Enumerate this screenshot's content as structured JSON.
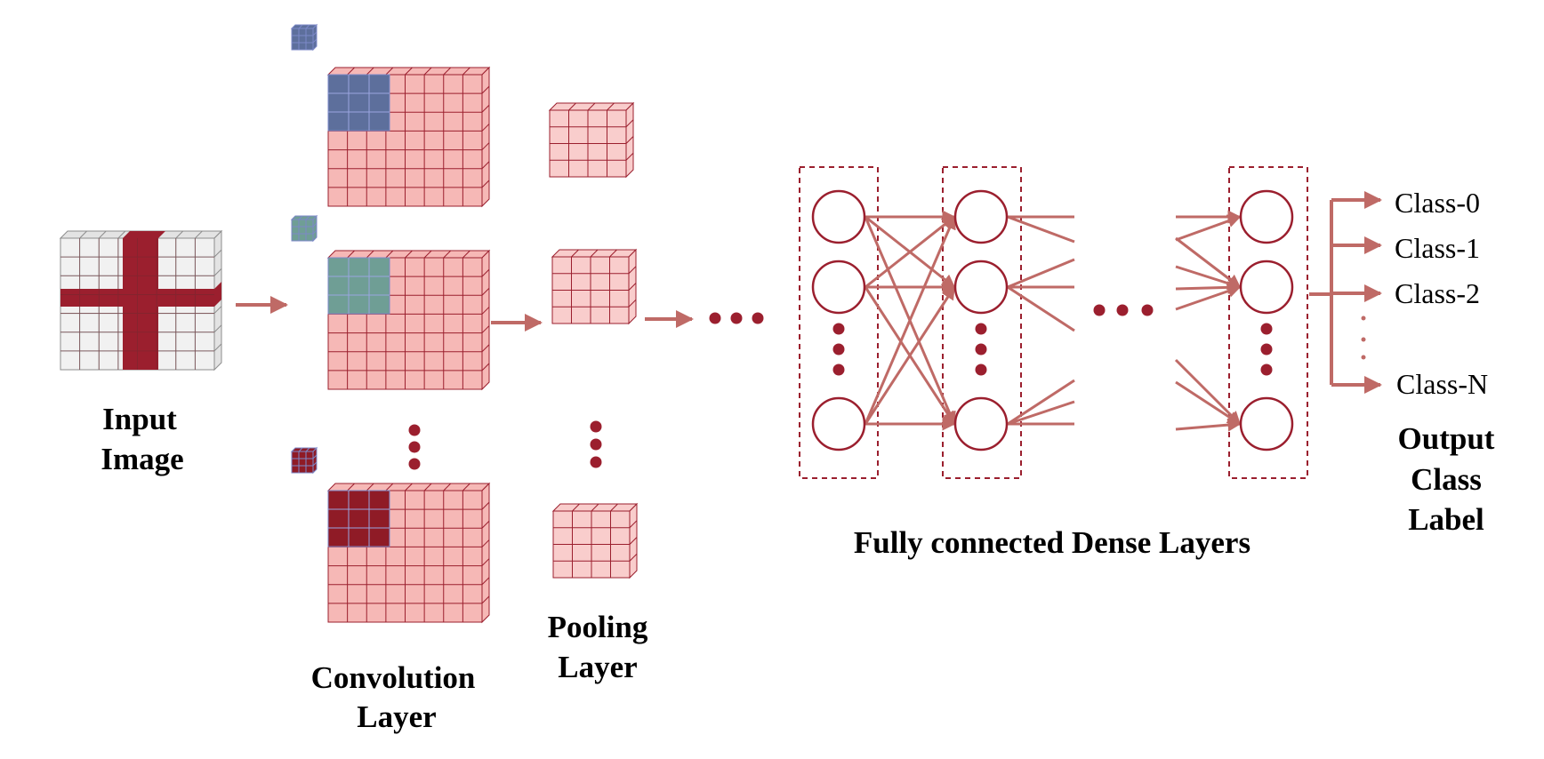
{
  "labels": {
    "input": [
      "Input",
      "Image"
    ],
    "convolution": [
      "Convolution",
      "Layer"
    ],
    "pooling": [
      "Pooling",
      "Layer"
    ],
    "dense": "Fully connected Dense Layers",
    "output": [
      "Output",
      "Class",
      "Label"
    ]
  },
  "classes": [
    "Class-0",
    "Class-1",
    "Class-2",
    "Class-N"
  ],
  "colors": {
    "dark_red": "#9b1f2e",
    "arrow": "#bf6a66",
    "grid_fill": "#f6b8b6",
    "grid_fill_light": "#f9cdcc",
    "input_fill": "#f1f1f1",
    "kernel_blue": "#5d6f9c",
    "kernel_green": "#6f9e95",
    "kernel_red": "#8f1b26"
  }
}
